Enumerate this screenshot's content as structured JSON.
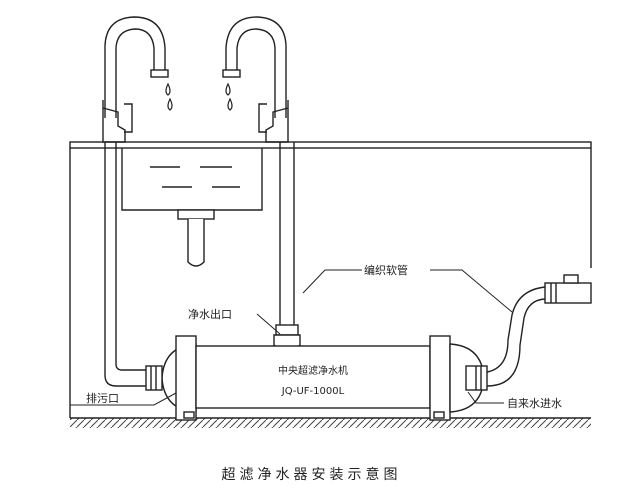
{
  "labels": {
    "hose": "编织软管",
    "outlet": "净水出口",
    "unit_name": "中央超滤净水机",
    "model": "JQ-UF-1000L",
    "drain": "排污口",
    "inlet": "自来水进水"
  },
  "caption": "超滤净水器安装示意图"
}
